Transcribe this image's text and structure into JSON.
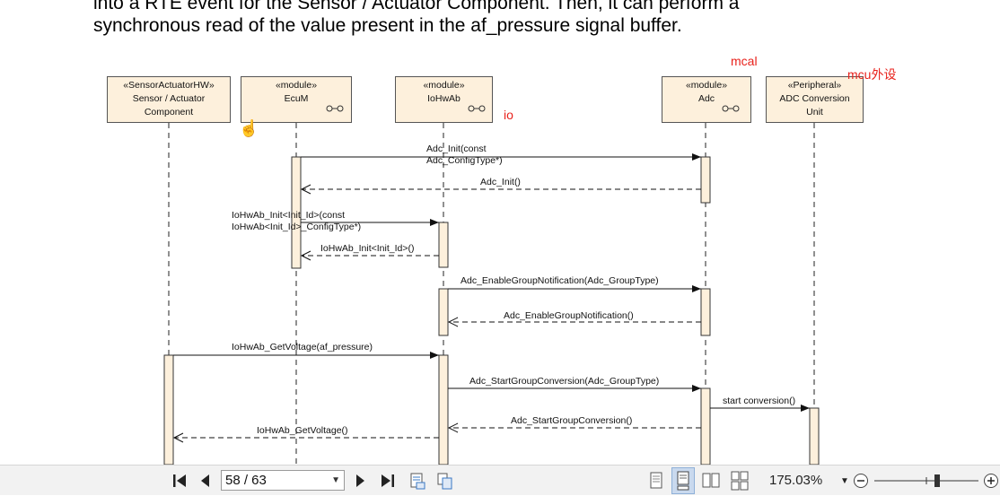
{
  "document": {
    "body_line1": "into a RTE event for the Sensor / Actuator Component. Then, it can perform a",
    "body_line2": "synchronous read of the value present in the af_pressure signal buffer."
  },
  "lifelines": [
    {
      "stereotype": "«SensorActuatorHW»",
      "name": "Sensor / Actuator Component"
    },
    {
      "stereotype": "«module»",
      "name": "EcuM"
    },
    {
      "stereotype": "«module»",
      "name": "IoHwAb"
    },
    {
      "stereotype": "«module»",
      "name": "Adc"
    },
    {
      "stereotype": "«Peripheral»",
      "name": "ADC Conversion Unit"
    }
  ],
  "messages": {
    "m1_line1": "Adc_Init(const",
    "m1_line2": "Adc_ConfigType*)",
    "m2": "Adc_Init()",
    "m3_line1": "IoHwAb_Init<Init_Id>(const",
    "m3_line2": "IoHwAb<Init_Id>_ConfigType*)",
    "m4": "IoHwAb_Init<Init_Id>()",
    "m5": "Adc_EnableGroupNotification(Adc_GroupType)",
    "m6": "Adc_EnableGroupNotification()",
    "m7": "IoHwAb_GetVoltage(af_pressure)",
    "m8": "Adc_StartGroupConversion(Adc_GroupType)",
    "m9": "start conversion()",
    "m10": "Adc_StartGroupConversion()",
    "m11": "IoHwAb_GetVoltage()"
  },
  "annotations": {
    "mcal": "mcal",
    "mcu": "mcu外设",
    "io": "io"
  },
  "toolbar": {
    "page_value": "58 / 63",
    "zoom_value": "175.03%",
    "icons": [
      "first-page-icon",
      "prev-page-icon",
      "next-page-icon",
      "last-page-icon",
      "fit-page-icon",
      "fit-width-icon",
      "single-page-icon",
      "continuous-page-icon",
      "two-page-icon",
      "two-page-continuous-icon",
      "zoom-out-icon",
      "zoom-slider",
      "zoom-in-icon"
    ]
  },
  "colors": {
    "box_fill": "#fdf0dc",
    "annotation": "#e8221c",
    "toolbar_bg": "#f2f2f2"
  }
}
